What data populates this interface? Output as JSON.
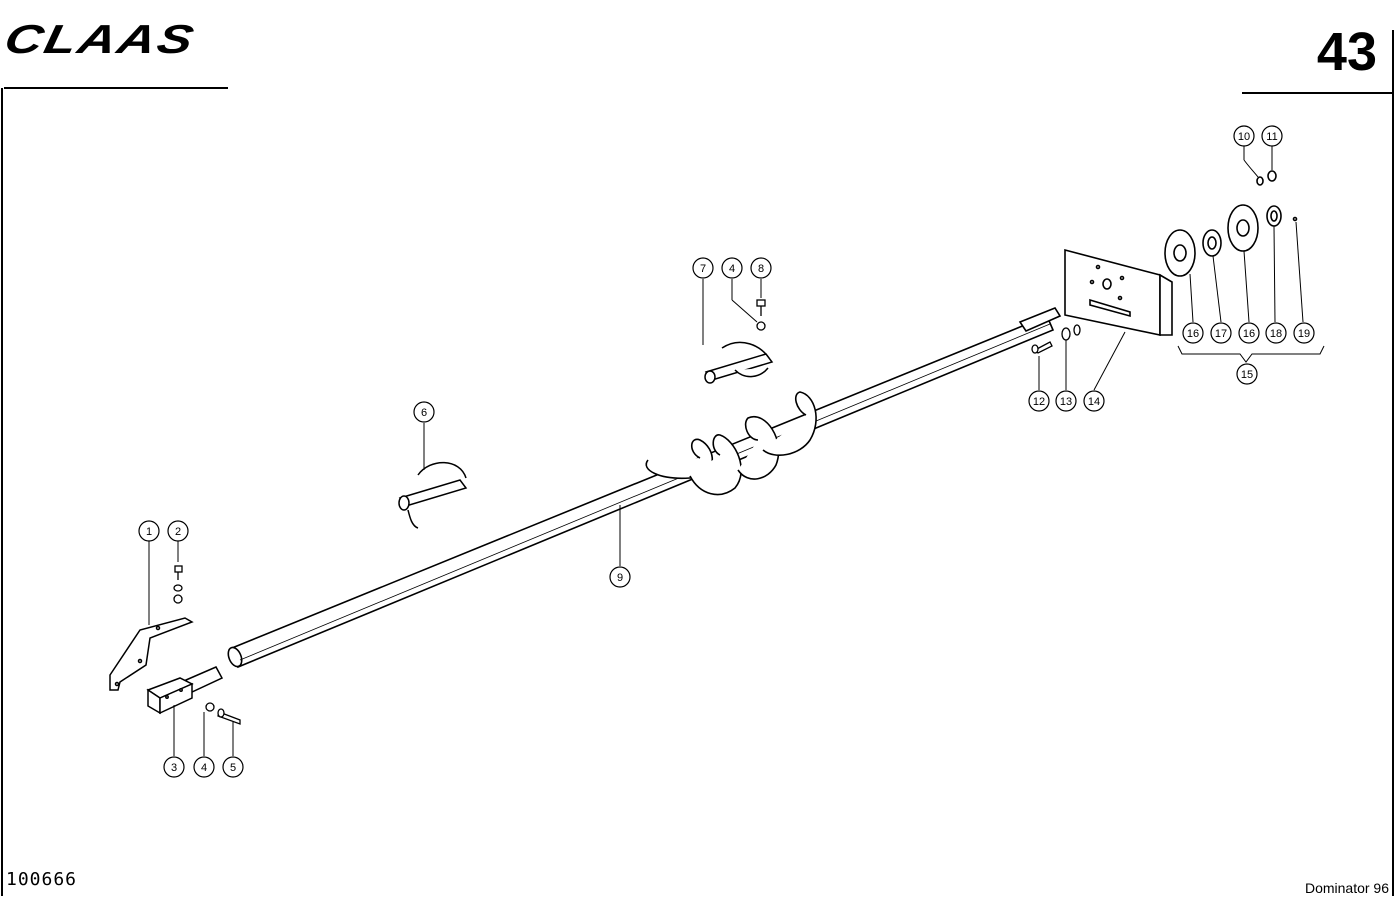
{
  "header": {
    "brand": "CLAAS",
    "page_number": "43"
  },
  "footer": {
    "document_number": "100666",
    "model": "Dominator 96"
  },
  "callouts": [
    {
      "id": "c1",
      "label": "1"
    },
    {
      "id": "c2",
      "label": "2"
    },
    {
      "id": "c3",
      "label": "3"
    },
    {
      "id": "c4a",
      "label": "4"
    },
    {
      "id": "c5",
      "label": "5"
    },
    {
      "id": "c6",
      "label": "6"
    },
    {
      "id": "c7",
      "label": "7"
    },
    {
      "id": "c4b",
      "label": "4"
    },
    {
      "id": "c8",
      "label": "8"
    },
    {
      "id": "c9",
      "label": "9"
    },
    {
      "id": "c10",
      "label": "10"
    },
    {
      "id": "c11",
      "label": "11"
    },
    {
      "id": "c12",
      "label": "12"
    },
    {
      "id": "c13",
      "label": "13"
    },
    {
      "id": "c14",
      "label": "14"
    },
    {
      "id": "c15",
      "label": "15"
    },
    {
      "id": "c16a",
      "label": "16"
    },
    {
      "id": "c17",
      "label": "17"
    },
    {
      "id": "c16b",
      "label": "16"
    },
    {
      "id": "c18",
      "label": "18"
    },
    {
      "id": "c19",
      "label": "19"
    }
  ]
}
